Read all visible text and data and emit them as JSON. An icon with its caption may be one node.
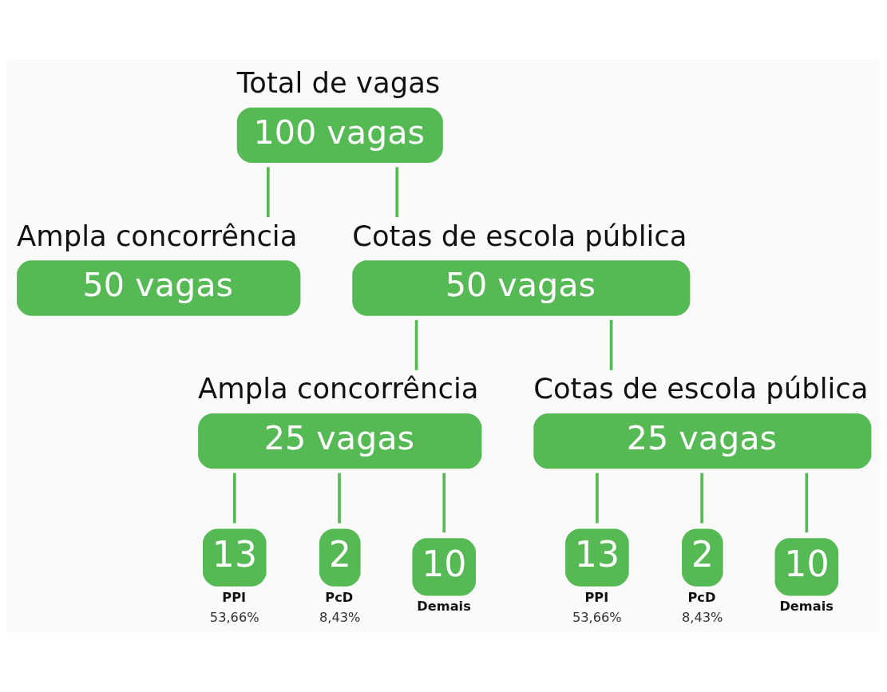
{
  "diagram": {
    "nodes": [
      {
        "text": [
          "Total de vagas",
          "100 vagas"
        ]
      },
      {
        "text": [
          "Ampla concorrência",
          "50 vagas"
        ]
      },
      {
        "text": [
          "Cotas de escola pública",
          "50 vagas"
        ]
      },
      {
        "text": [
          "Ampla concorrência",
          "25 vagas"
        ]
      },
      {
        "text": [
          "Cotas de escola pública",
          "25 vagas"
        ]
      },
      {
        "text": [
          "13"
        ],
        "beside": [
          "PPI",
          "53,66%"
        ]
      },
      {
        "text": [
          "2"
        ],
        "beside": [
          "PcD",
          "8,43%"
        ]
      },
      {
        "text": [
          "10"
        ],
        "beside": [
          "Demais"
        ]
      },
      {
        "text": [
          "13"
        ],
        "beside": [
          "PPI",
          "53,66%"
        ]
      },
      {
        "text": [
          "2"
        ],
        "beside": [
          "PcD",
          "8,43%"
        ]
      },
      {
        "text": [
          "10"
        ],
        "beside": [
          "Demais"
        ]
      }
    ],
    "edges": [
      {
        "from": 0,
        "to": 1,
        "arrow": "none"
      },
      {
        "from": 0,
        "to": 2,
        "arrow": "none"
      },
      {
        "from": 2,
        "to": 3,
        "arrow": "none"
      },
      {
        "from": 2,
        "to": 4,
        "arrow": "none"
      },
      {
        "from": 3,
        "to": 5,
        "arrow": "none"
      },
      {
        "from": 3,
        "to": 6,
        "arrow": "none"
      },
      {
        "from": 3,
        "to": 7,
        "arrow": "none"
      },
      {
        "from": 4,
        "to": 8,
        "arrow": "none"
      },
      {
        "from": 4,
        "to": 9,
        "arrow": "none"
      },
      {
        "from": 4,
        "to": 10,
        "arrow": "none"
      }
    ]
  }
}
